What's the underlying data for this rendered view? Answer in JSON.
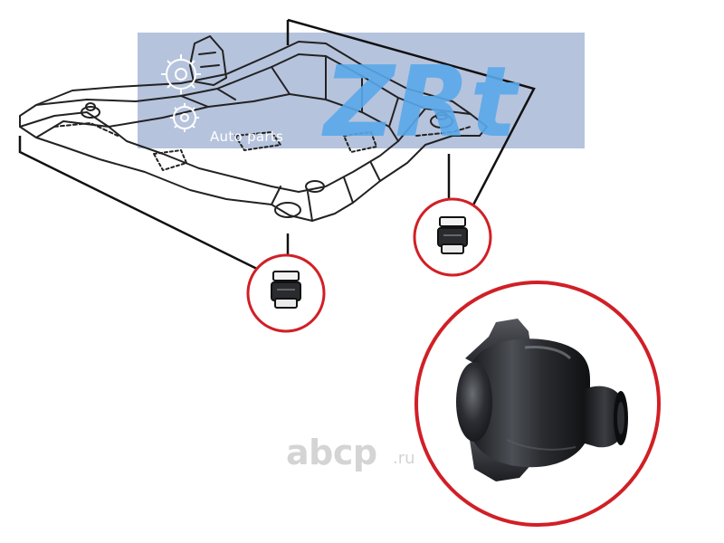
{
  "watermark": {
    "logo": "ZRt",
    "subtitle": "Auto parts",
    "panel_color": "#a9b9d7",
    "logo_color": "#5aa9ea",
    "icon_names": [
      "gear-icon",
      "gear-icon"
    ]
  },
  "site_watermark": {
    "name": "abcp",
    "tld": ".ru",
    "color": "#d4d4d4"
  },
  "callouts": {
    "circle_color": "#d11f26",
    "items": [
      "bushing-callout-left",
      "bushing-callout-right",
      "bushing-callout-zoom"
    ]
  },
  "subject": {
    "drawing": "front-subframe-line-drawing",
    "part": "subframe-bushing"
  }
}
